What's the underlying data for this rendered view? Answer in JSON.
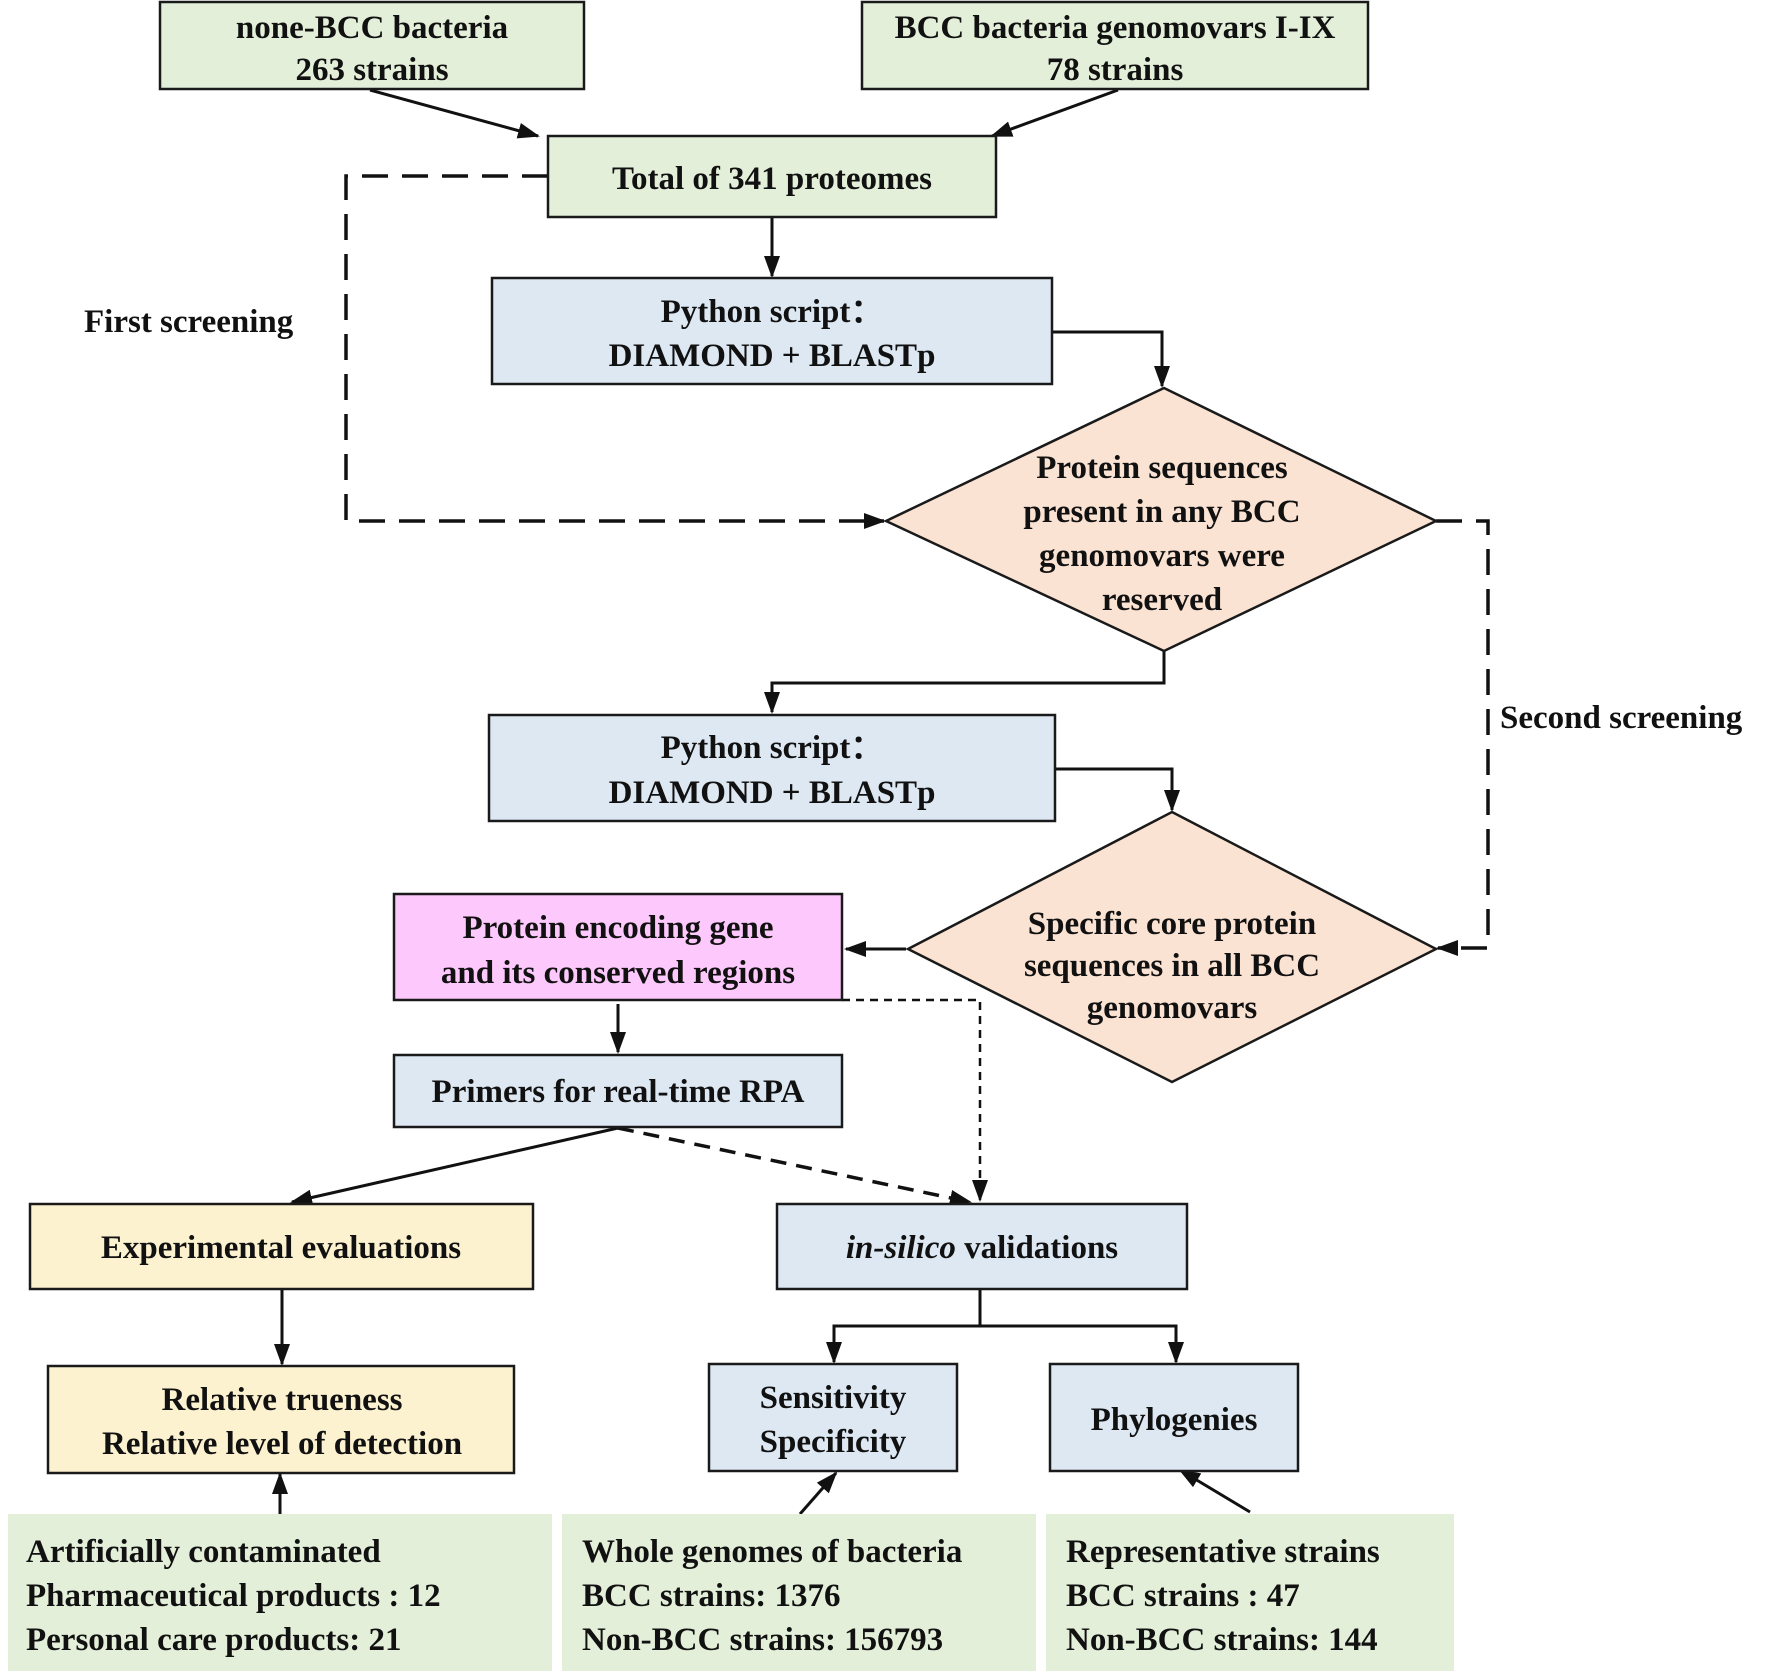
{
  "nodes": {
    "non_bcc": {
      "lines": [
        "none-BCC bacteria",
        "263 strains"
      ]
    },
    "bcc": {
      "lines": [
        "BCC bacteria genomovars I-IX",
        "78 strains"
      ]
    },
    "total": {
      "lines": [
        "Total of 341 proteomes"
      ]
    },
    "python1": {
      "lines": [
        "Python script：",
        "DIAMOND + BLASTp"
      ]
    },
    "diamond1": {
      "lines": [
        "Protein sequences",
        "present in any BCC",
        "genomovars were",
        "reserved"
      ]
    },
    "python2": {
      "lines": [
        "Python script：",
        "DIAMOND + BLASTp"
      ]
    },
    "diamond2": {
      "lines": [
        "Specific core protein",
        "sequences in all BCC",
        "genomovars"
      ]
    },
    "protein_gene": {
      "lines": [
        "Protein encoding gene",
        "and its conserved regions"
      ]
    },
    "primers": {
      "lines": [
        "Primers for real-time RPA"
      ]
    },
    "experimental": {
      "lines": [
        "Experimental evaluations"
      ]
    },
    "insilico": {
      "italic_part": "in-silico",
      "rest": " validations"
    },
    "trueness": {
      "lines": [
        "Relative trueness",
        "Relative level of detection"
      ]
    },
    "sensitivity": {
      "lines": [
        "Sensitivity",
        "Specificity"
      ]
    },
    "phylogenies": {
      "lines": [
        "Phylogenies"
      ]
    },
    "contaminated": {
      "lines": [
        "Artificially contaminated",
        "Pharmaceutical products : 12",
        "Personal care products: 21"
      ]
    },
    "genomes": {
      "lines": [
        "Whole genomes of bacteria",
        "BCC strains: 1376",
        "Non-BCC strains: 156793"
      ]
    },
    "representative": {
      "lines": [
        "Representative strains",
        "BCC strains : 47",
        "Non-BCC strains: 144"
      ]
    }
  },
  "labels": {
    "first_screening": "First screening",
    "second_screening": "Second screening"
  },
  "colors": {
    "green": "#e3efd9",
    "blue": "#dde8f3",
    "peach": "#fbe3d3",
    "pink": "#fdc8fb",
    "yellow": "#fdf2cf"
  }
}
